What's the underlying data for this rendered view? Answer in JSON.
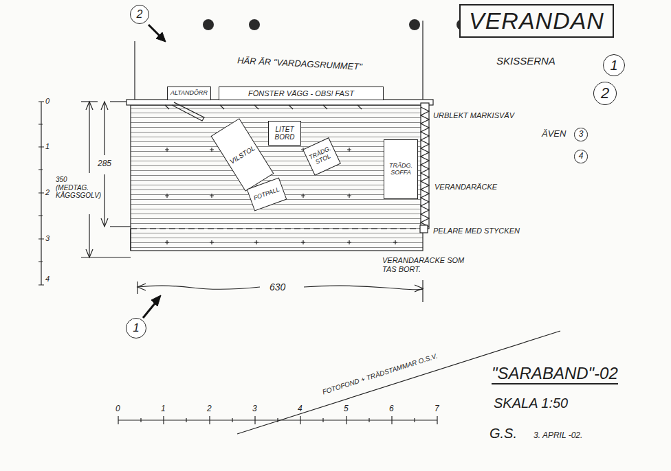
{
  "diagram": {
    "title": "VERANDAN",
    "nodes": [
      {
        "text": [
          "2"
        ]
      },
      {
        "text": [
          "1"
        ]
      },
      {
        "text": [
          "2"
        ]
      },
      {
        "text": [
          "3"
        ]
      },
      {
        "text": [
          "4"
        ]
      },
      {
        "text": [
          "ALTANDÖRR"
        ]
      },
      {
        "text": [
          "FÖNSTER VÄGG - OBS! FAST"
        ]
      },
      {
        "text": [
          "LITET BORD"
        ]
      },
      {
        "text": [
          "VILSTOL"
        ]
      },
      {
        "text": [
          "TRÄDG. STOL"
        ]
      },
      {
        "text": [
          "TRÄDG. SOFFA"
        ]
      },
      {
        "text": [
          "FOTPALL"
        ]
      },
      {
        "text": [
          "1"
        ]
      }
    ],
    "labels": [
      "SKISSERNA",
      "ÄVEN",
      "HÄR ÄR \"VARDAGSRUMMET\"",
      "URBLEKT MARKISVÄV",
      "VERANDARÄCKE",
      "PELARE MED STYCKEN",
      "VERANDARÄCKE SOM TAS BORT.",
      "285",
      "350 (MEDTAG. KÅGGSGOLV)",
      "630",
      "0",
      "1",
      "2",
      "3",
      "4",
      "0",
      "1",
      "2",
      "3",
      "4",
      "5",
      "6",
      "7",
      "FOTOFOND + TRÄDSTAMMAR O.S.V.",
      "\"SARABAND\"-02",
      "SKALA 1:50",
      "G.S.",
      "3. APRIL -02."
    ]
  }
}
